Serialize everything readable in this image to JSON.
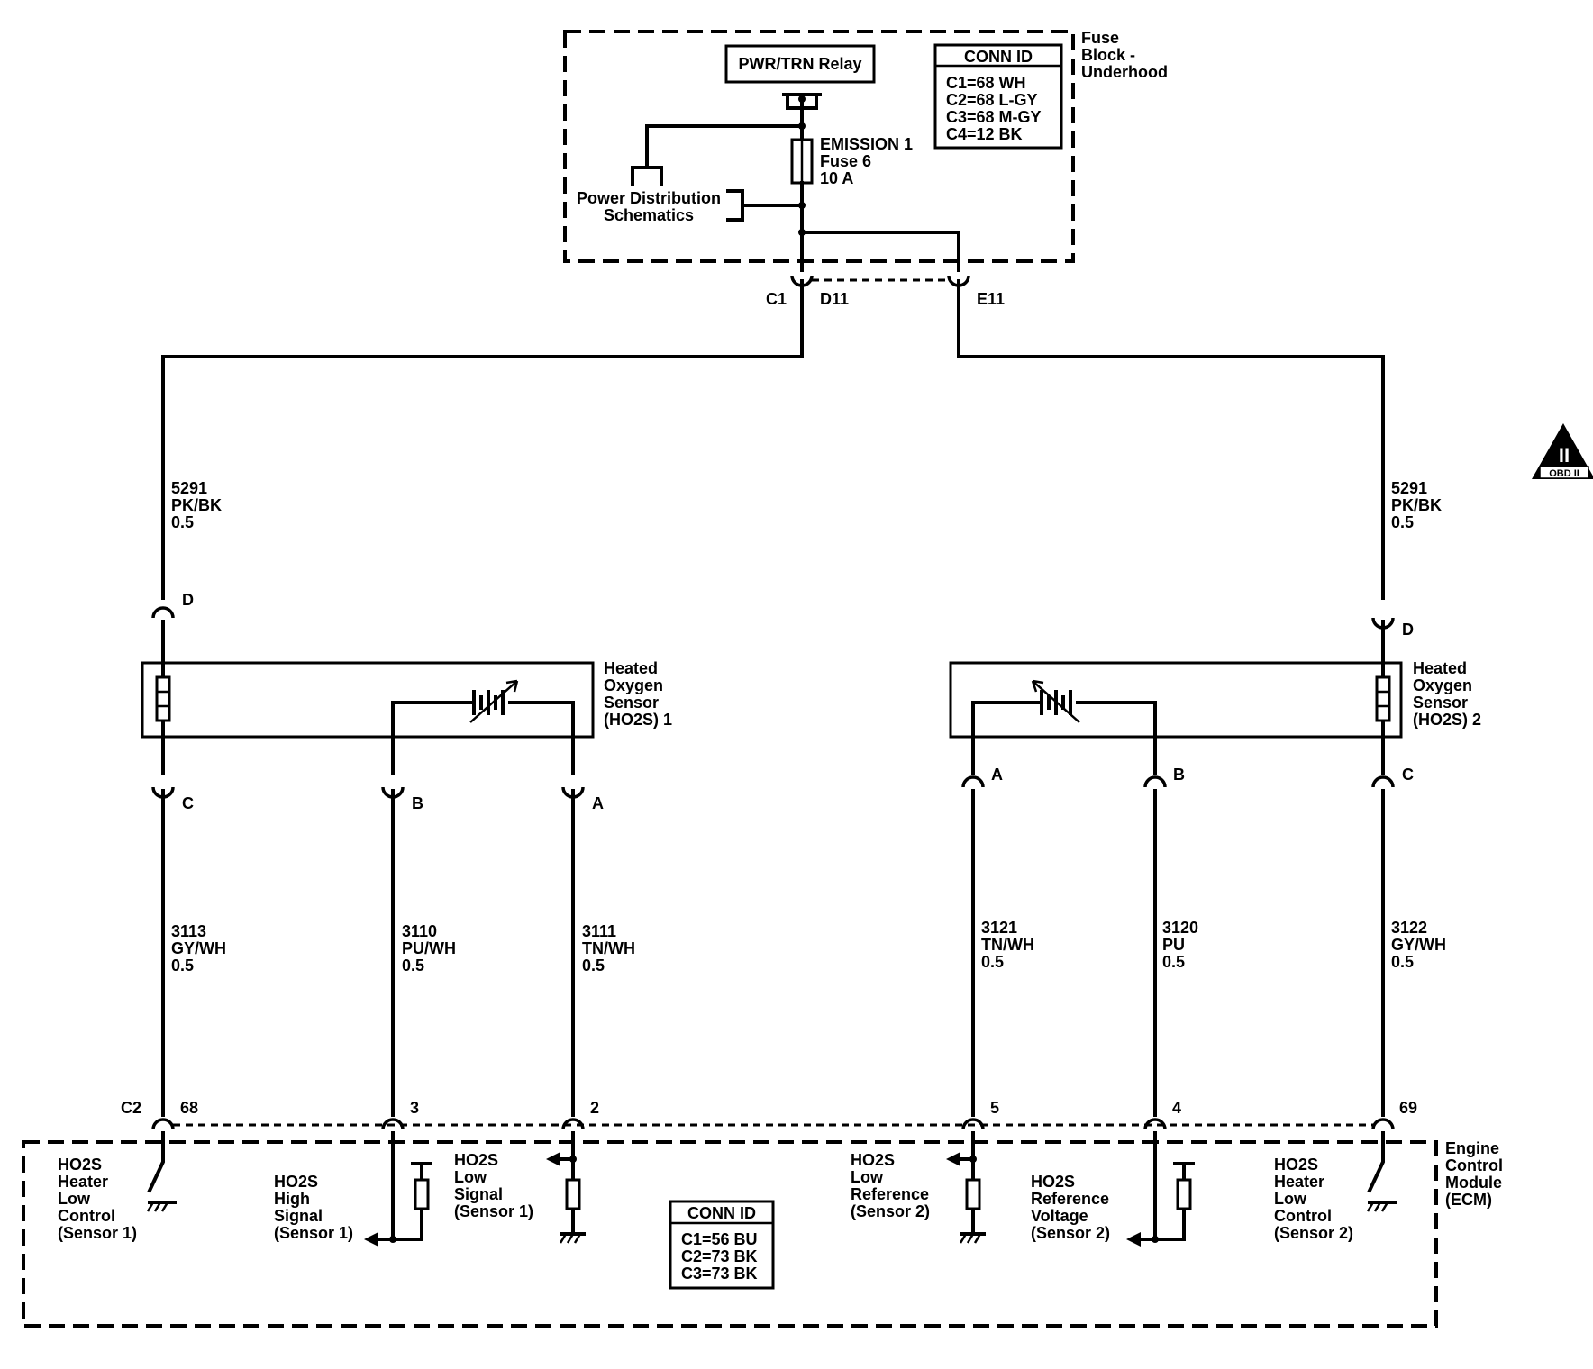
{
  "fuse_block": {
    "label": [
      "Fuse",
      "Block -",
      "Underhood"
    ],
    "relay": "PWR/TRN Relay",
    "fuse": [
      "EMISSION 1",
      "Fuse 6",
      "10 A"
    ],
    "power_dist": [
      "Power Distribution",
      "Schematics"
    ],
    "conn_title": "CONN ID",
    "conn_rows": [
      "C1=68 WH",
      "C2=68 L-GY",
      "C3=68 M-GY",
      "C4=12 BK"
    ],
    "pin_c1": "C1",
    "pin_d11": "D11",
    "pin_e11": "E11"
  },
  "wires": {
    "w5291_left": [
      "5291",
      "PK/BK",
      "0.5"
    ],
    "w5291_right": [
      "5291",
      "PK/BK",
      "0.5"
    ],
    "w3113": [
      "3113",
      "GY/WH",
      "0.5"
    ],
    "w3110": [
      "3110",
      "PU/WH",
      "0.5"
    ],
    "w3111": [
      "3111",
      "TN/WH",
      "0.5"
    ],
    "w3121": [
      "3121",
      "TN/WH",
      "0.5"
    ],
    "w3120": [
      "3120",
      "PU",
      "0.5"
    ],
    "w3122": [
      "3122",
      "GY/WH",
      "0.5"
    ]
  },
  "sensor1": {
    "label": [
      "Heated",
      "Oxygen",
      "Sensor",
      "(HO2S) 1"
    ],
    "pin_d": "D",
    "pin_c": "C",
    "pin_b": "B",
    "pin_a": "A"
  },
  "sensor2": {
    "label": [
      "Heated",
      "Oxygen",
      "Sensor",
      "(HO2S) 2"
    ],
    "pin_d": "D",
    "pin_c": "C",
    "pin_b": "B",
    "pin_a": "A"
  },
  "ecm": {
    "label": [
      "Engine",
      "Control",
      "Module",
      "(ECM)"
    ],
    "conn_c2": "C2",
    "pins": [
      "68",
      "3",
      "2",
      "5",
      "4",
      "69"
    ],
    "conn_title": "CONN ID",
    "conn_rows": [
      "C1=56 BU",
      "C2=73 BK",
      "C3=73 BK"
    ],
    "f_heater1": [
      "HO2S",
      "Heater",
      "Low",
      "Control",
      "(Sensor 1)"
    ],
    "f_high1": [
      "HO2S",
      "High",
      "Signal",
      "(Sensor 1)"
    ],
    "f_low1": [
      "HO2S",
      "Low",
      "Signal",
      "(Sensor 1)"
    ],
    "f_lowref2": [
      "HO2S",
      "Low",
      "Reference",
      "(Sensor 2)"
    ],
    "f_refv2": [
      "HO2S",
      "Reference",
      "Voltage",
      "(Sensor 2)"
    ],
    "f_heater2": [
      "HO2S",
      "Heater",
      "Low",
      "Control",
      "(Sensor 2)"
    ]
  },
  "obd_badge": {
    "roman": "II",
    "text": "OBD II"
  }
}
